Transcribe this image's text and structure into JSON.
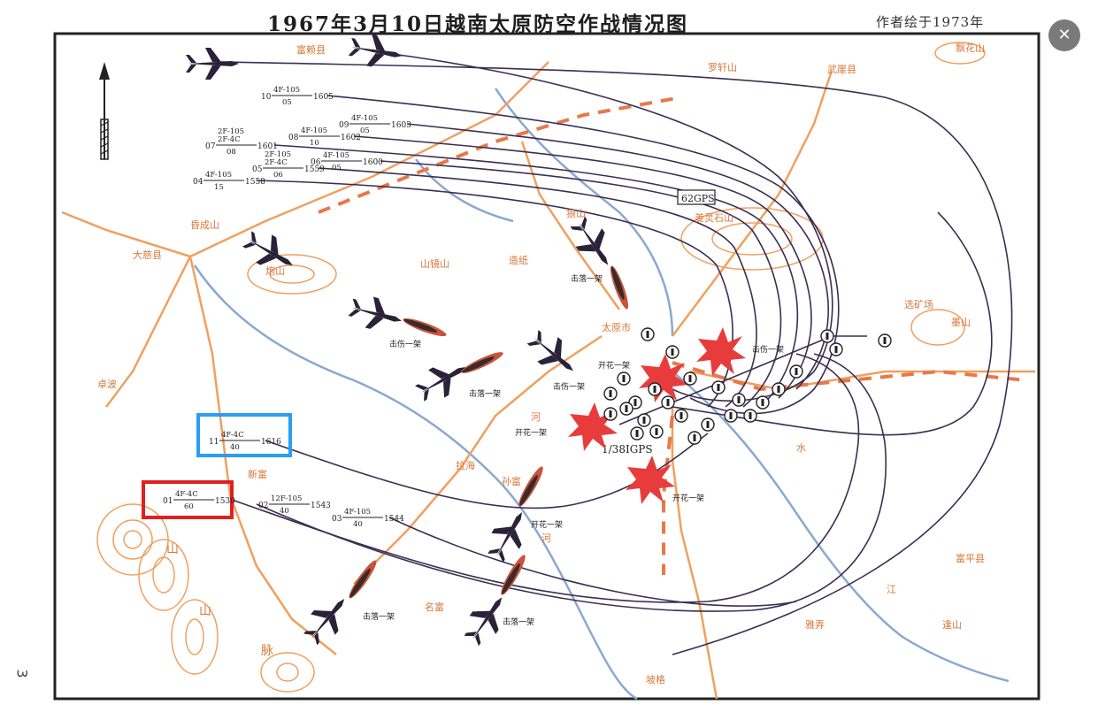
{
  "title": "1967年3月10日越南太原防空作战情况图",
  "author_note": "作者绘于1973年",
  "page_number": "3",
  "close_button_label": "✕",
  "colors": {
    "road": "#f0a060",
    "river": "#8aa8d0",
    "track": "#3b2e52",
    "burst": "#e83c3c",
    "blue_box": "#2a9df4",
    "red_box": "#e02020",
    "place_text": "#d8783a"
  },
  "flights": [
    {
      "no": "10",
      "top": "4F-105",
      "bottom": "05",
      "time": "1605"
    },
    {
      "no": "09",
      "top": "4F-105",
      "bottom": "05",
      "time": "1603"
    },
    {
      "no": "08",
      "top": "4F-105",
      "bottom": "10",
      "time": "1602"
    },
    {
      "no": "07",
      "top": "2F-105\n2F-4C",
      "bottom": "08",
      "time": "1601"
    },
    {
      "no": "06",
      "top": "4F-105",
      "bottom": "05",
      "time": "1600"
    },
    {
      "no": "05",
      "top": "2F-105\n2F-4C",
      "bottom": "06",
      "time": "1559"
    },
    {
      "no": "04",
      "top": "4F-105",
      "bottom": "15",
      "time": "1558"
    },
    {
      "no": "11",
      "top": "4F-4C",
      "bottom": "40",
      "time": "1616"
    },
    {
      "no": "01",
      "top": "4F-4C",
      "bottom": "60",
      "time": "1530"
    },
    {
      "no": "02",
      "top": "12F-105",
      "bottom": "40",
      "time": "1543"
    },
    {
      "no": "03",
      "top": "4F-105",
      "bottom": "40",
      "time": "1544"
    }
  ],
  "places": [
    "富赖县",
    "罗轩山",
    "武崖县",
    "大慈县",
    "山镜山",
    "造纸",
    "太原市",
    "选矿场",
    "墨山",
    "卓波",
    "新富",
    "拉海",
    "孙富",
    "富平县",
    "山",
    "山",
    "脉",
    "名富",
    "飘花山",
    "狼山",
    "雅弄",
    "逢山",
    "坡格",
    "江",
    "河",
    "河",
    "水",
    "炮山",
    "昏成山",
    "姜灵石山"
  ],
  "annotations": [
    "击伤一架",
    "击落一架",
    "击伤一架",
    "开花一架",
    "开花一架",
    "开花一架",
    "击落一架",
    "击落一架",
    "击落一架",
    "击伤一架",
    "开花一架"
  ],
  "unit_labels": [
    "62GPS",
    "1/38IGPS"
  ]
}
